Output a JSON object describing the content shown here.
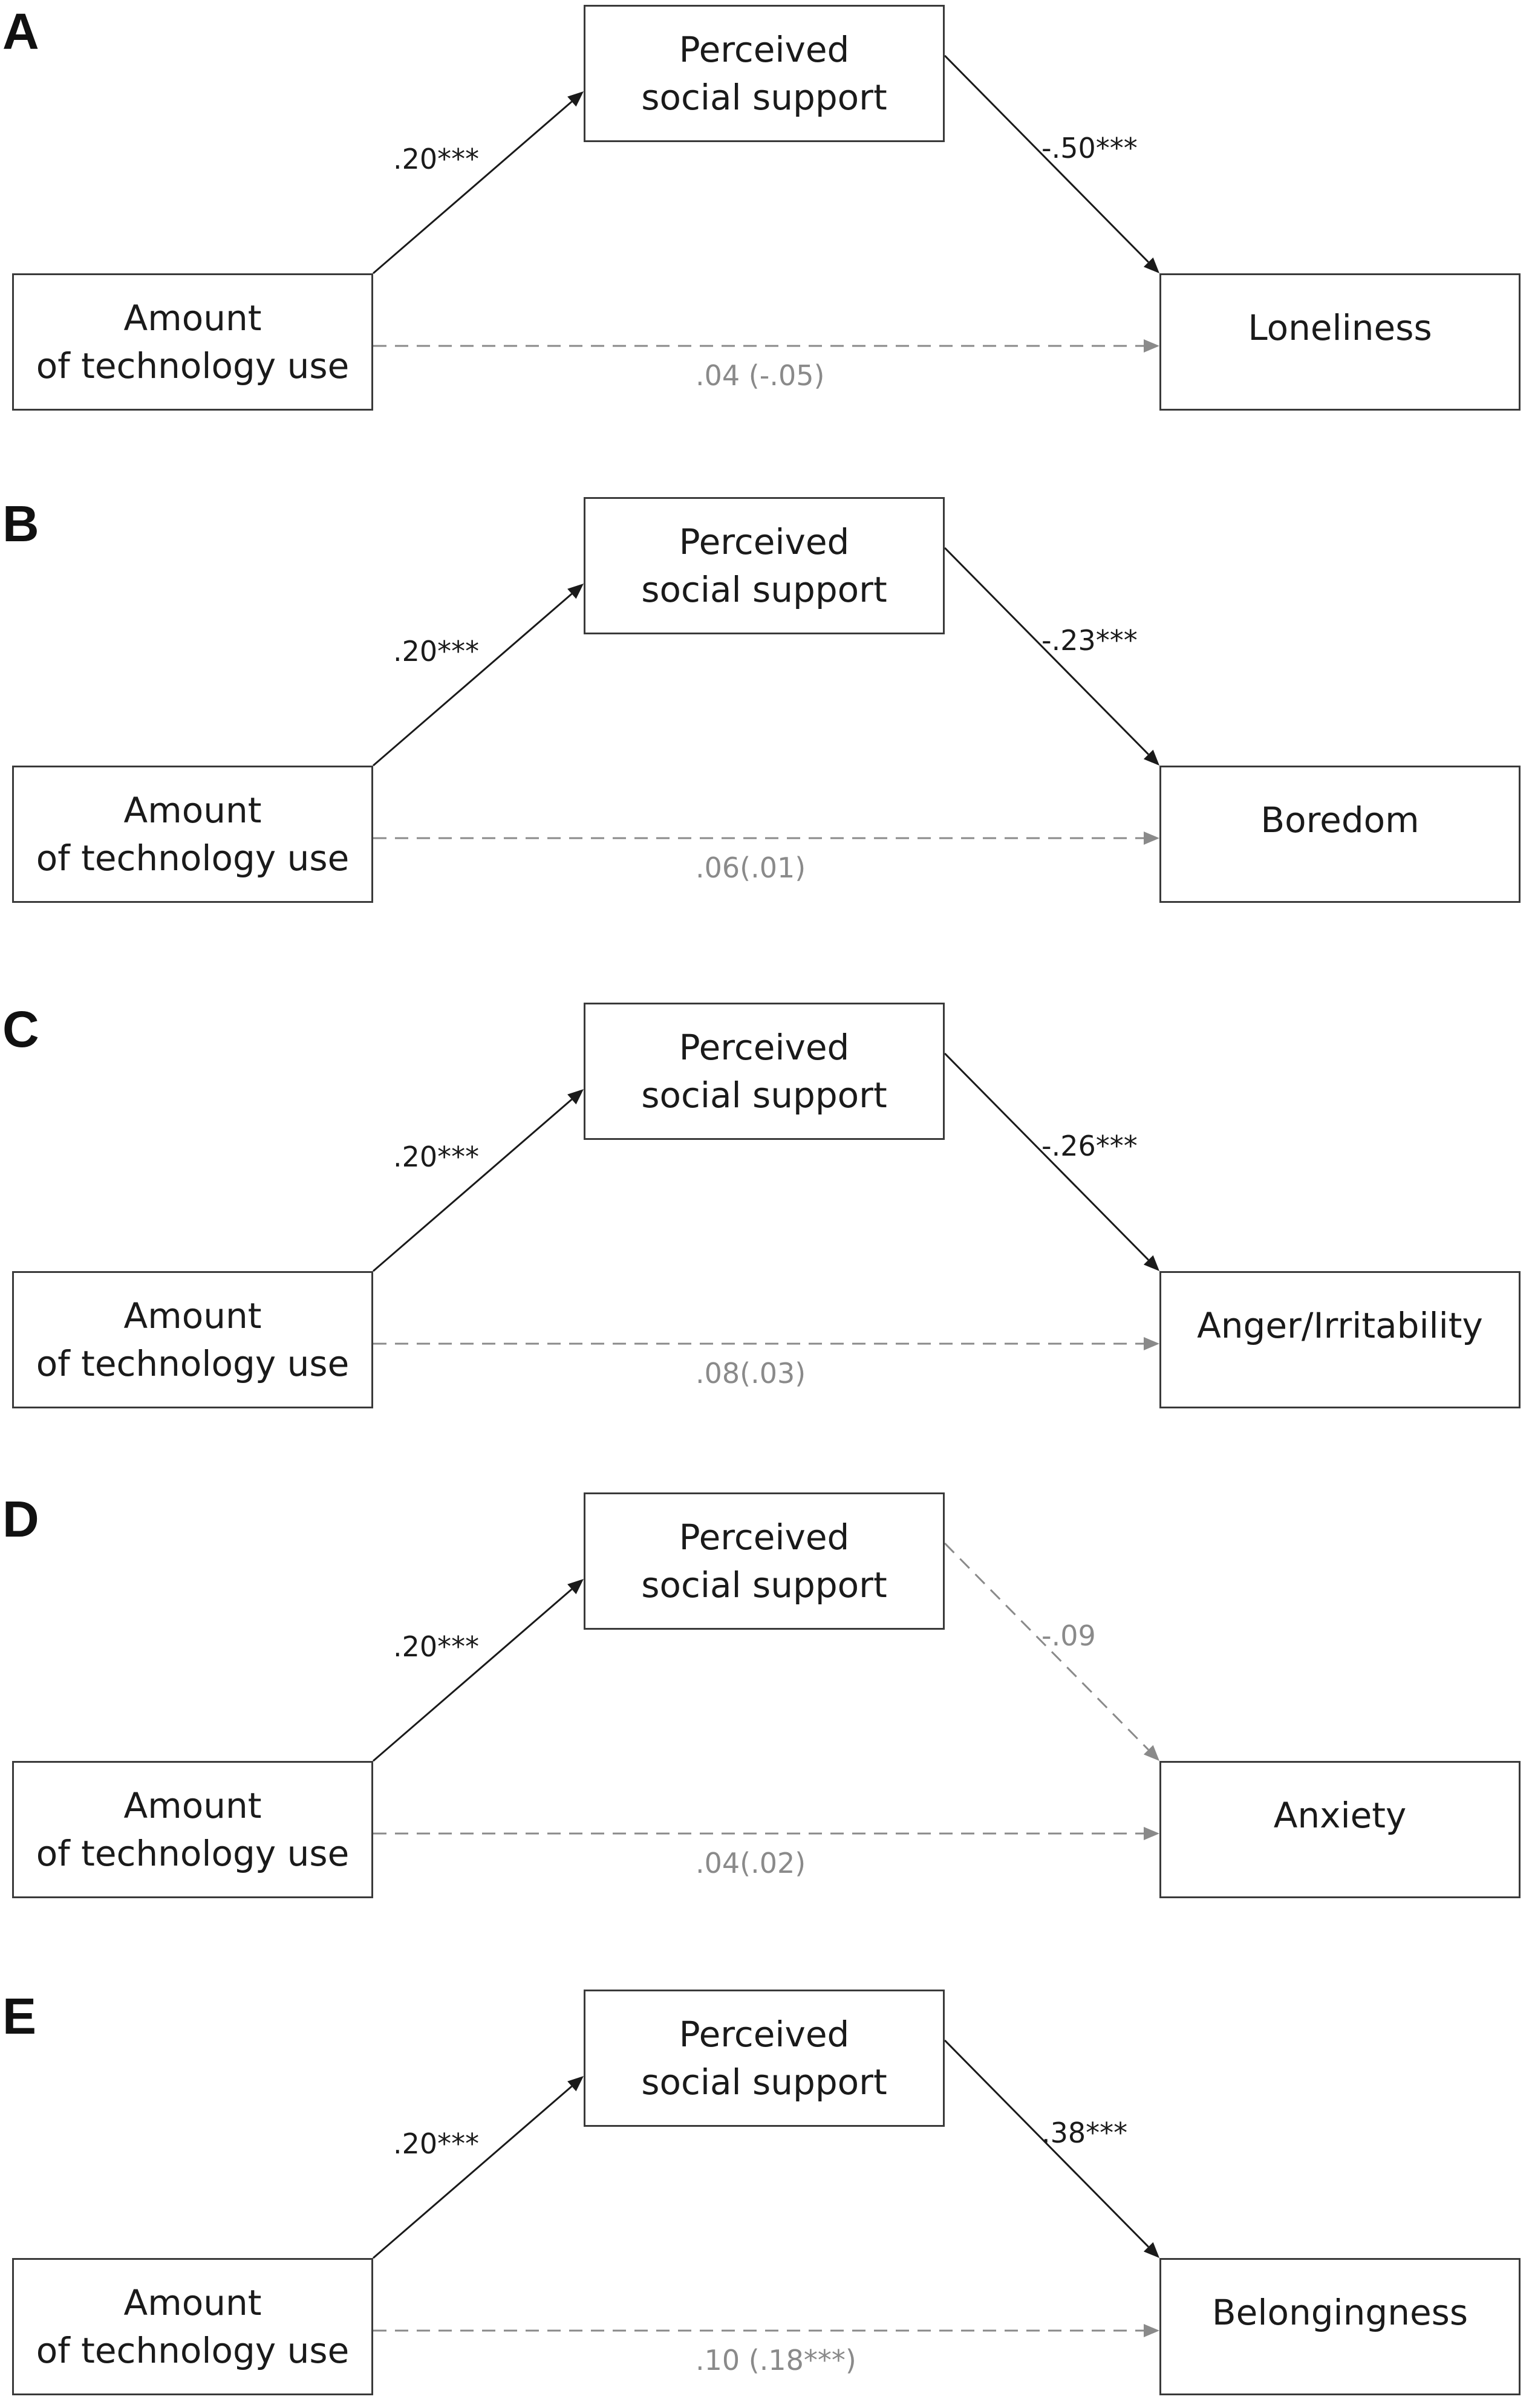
{
  "colors": {
    "solid_path": "#1a1a1a",
    "dashed_path": "#8a8a8a",
    "box_border": "#3a3a3a"
  },
  "panels": [
    {
      "letter": "A",
      "predictor": [
        "Amount",
        "of technology use"
      ],
      "mediator": [
        "Perceived",
        "social support"
      ],
      "outcome": "Loneliness",
      "a_path": ".20***",
      "b_path": "-.50***",
      "b_significant": true,
      "c_path": ".04 (-.05)"
    },
    {
      "letter": "B",
      "predictor": [
        "Amount",
        "of technology use"
      ],
      "mediator": [
        "Perceived",
        "social support"
      ],
      "outcome": "Boredom",
      "a_path": ".20***",
      "b_path": "-.23***",
      "b_significant": true,
      "c_path": ".06(.01)"
    },
    {
      "letter": "C",
      "predictor": [
        "Amount",
        "of technology use"
      ],
      "mediator": [
        "Perceived",
        "social support"
      ],
      "outcome": "Anger/Irritability",
      "a_path": ".20***",
      "b_path": "-.26***",
      "b_significant": true,
      "c_path": ".08(.03)"
    },
    {
      "letter": "D",
      "predictor": [
        "Amount",
        "of technology use"
      ],
      "mediator": [
        "Perceived",
        "social support"
      ],
      "outcome": "Anxiety",
      "a_path": ".20***",
      "b_path": "-.09",
      "b_significant": false,
      "c_path": ".04(.02)"
    },
    {
      "letter": "E",
      "predictor": [
        "Amount",
        "of technology use"
      ],
      "mediator": [
        "Perceived",
        "social support"
      ],
      "outcome": "Belongingness",
      "a_path": ".20***",
      "b_path": ".38***",
      "b_significant": true,
      "c_path": ".10 (.18***)"
    }
  ]
}
